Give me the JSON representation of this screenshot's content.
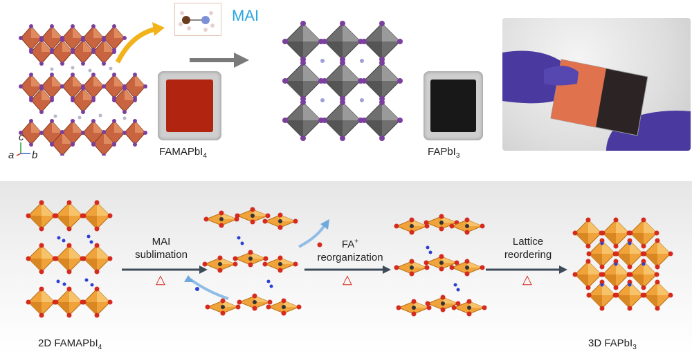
{
  "top": {
    "mai_label": "MAI",
    "sample_label_2d": "FAMAPbI",
    "sample_label_2d_sub": "4",
    "sample_label_3d": "FAPbI",
    "sample_label_3d_sub": "3",
    "axes": {
      "a": "a",
      "b": "b",
      "c": "c"
    }
  },
  "bottom": {
    "start_label": "2D FAMAPbI",
    "start_label_sub": "4",
    "end_label": "3D FAPbI",
    "end_label_sub": "3",
    "steps": [
      {
        "line1": "MAI",
        "line2": "sublimation",
        "symbol": "△"
      },
      {
        "line1": "FA",
        "line1_sup": "+",
        "line2": "reorganization",
        "symbol": "△"
      },
      {
        "line1": "Lattice",
        "line2": "reordering",
        "symbol": "△"
      }
    ]
  },
  "colors": {
    "octahedron_2d_top": "#c8643f",
    "octahedron_3d_top": "#6f6f6f",
    "iodide": "#7b3f9e",
    "octahedron_bottom": "#f0a33a",
    "iodide_bottom": "#d42b1e",
    "organic_cation": "#2b3fd0",
    "arrow_dark": "#3d4a57",
    "arrow_gray": "#7a7a7a",
    "arrow_yellow": "#f2b31a",
    "arrow_blue": "#6fa8dc",
    "mai_text": "#2aa6df",
    "film_2d": "#b12410",
    "film_3d": "#181818",
    "glove": "#4a3aa0"
  }
}
